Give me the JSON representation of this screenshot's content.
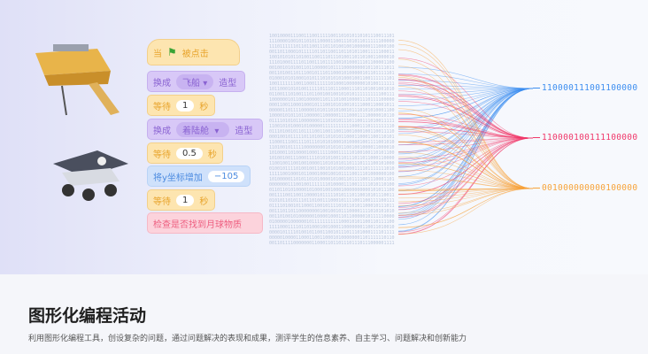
{
  "blocks": {
    "hat": {
      "prefix": "当",
      "suffix": "被点击"
    },
    "switch1": {
      "label": "换成",
      "value": "飞船",
      "suffix": "造型"
    },
    "wait1": {
      "label": "等待",
      "value": "1",
      "suffix": "秒"
    },
    "switch2": {
      "label": "换成",
      "value": "着陆舱",
      "suffix": "造型"
    },
    "wait2": {
      "label": "等待",
      "value": "0.5",
      "suffix": "秒"
    },
    "change_y": {
      "label": "将y坐标增加",
      "value": "−105"
    },
    "wait3": {
      "label": "等待",
      "value": "1",
      "suffix": "秒"
    },
    "check": {
      "label": "检查是否找到月球物质"
    }
  },
  "outputs": [
    {
      "text": "110000111001100000",
      "color": "#3d8ef0"
    },
    {
      "text": "110000100111100000",
      "color": "#f0386a"
    },
    {
      "text": "001000000000100000",
      "color": "#f7a33a"
    }
  ],
  "section": {
    "title": "图形化编程活动",
    "description": "利用图形化编程工具，创设复杂的问题，通过问题解决的表现和成果，测评学生的信息素养、自主学习、问题解决和创新能力"
  }
}
